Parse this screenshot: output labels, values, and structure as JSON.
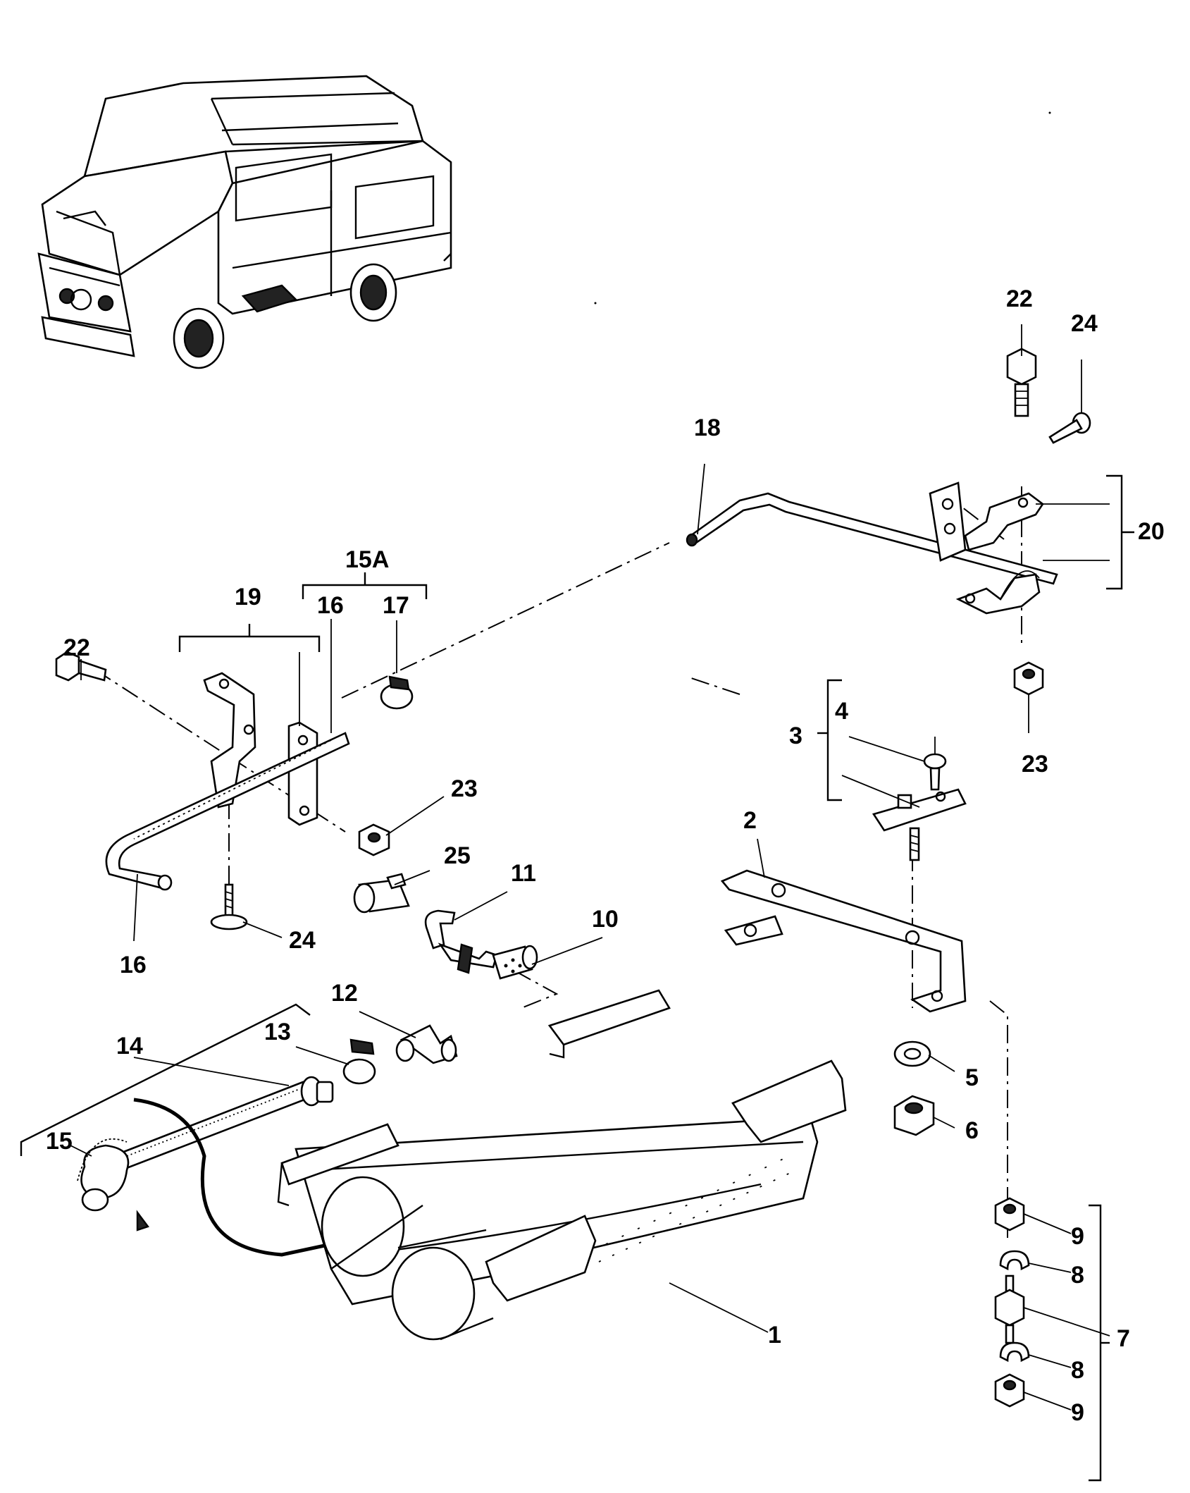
{
  "labels": {
    "l1": "1",
    "l2": "2",
    "l3": "3",
    "l4": "4",
    "l5": "5",
    "l6": "6",
    "l7": "7",
    "l8a": "8",
    "l8b": "8",
    "l9a": "9",
    "l9b": "9",
    "l10": "10",
    "l11": "11",
    "l12": "12",
    "l13": "13",
    "l14": "14",
    "l15": "15",
    "l15a": "15A",
    "l16a": "16",
    "l16b": "16",
    "l17": "17",
    "l18": "18",
    "l19": "19",
    "l20": "20",
    "l22a": "22",
    "l22b": "22",
    "l23a": "23",
    "l23b": "23",
    "l24a": "24",
    "l24b": "24",
    "l25": "25"
  }
}
